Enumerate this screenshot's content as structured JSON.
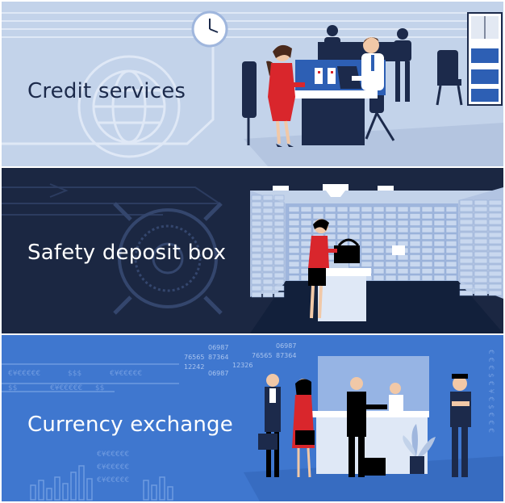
{
  "banners": [
    {
      "title": "Credit services"
    },
    {
      "title": "Safety deposit box"
    },
    {
      "title": "Currency exchange",
      "left_text": [
        "€¥€€€€€",
        "$$$",
        "€¥€€€€€",
        "$$",
        "€¥€€€€€",
        "$$"
      ],
      "numbers": [
        "06987",
        "76565",
        "87364",
        "12242",
        "12326",
        "06987",
        "06987",
        "76565",
        "87364"
      ],
      "bottom_symbols": [
        "€¥€€€€€",
        "€¥€€€€€",
        "€¥€€€€€"
      ],
      "right_symbols": "€€€$€¥€$€€€"
    }
  ],
  "colors": {
    "credit_bg": "#c3d3ea",
    "deposit_bg": "#1b2742",
    "exchange_bg": "#3f77cf",
    "navy": "#1c2a4b",
    "accent_red": "#d9262c"
  }
}
